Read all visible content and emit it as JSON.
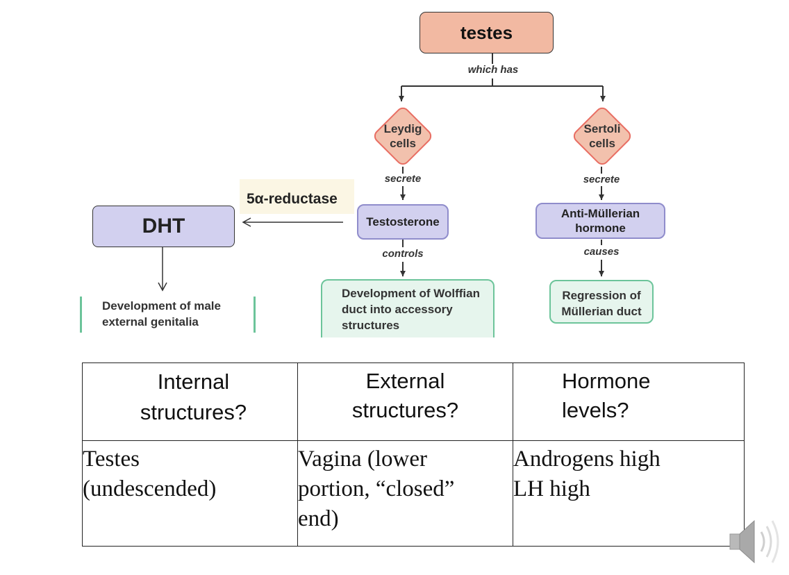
{
  "diagram": {
    "top_node": "testes",
    "top_edge_label": "which has",
    "left_cell": "Leydig cells",
    "right_cell": "Sertoli cells",
    "left_secrete_label": "secrete",
    "right_secrete_label": "secrete",
    "testosterone": "Testosterone",
    "amh": "Anti-Müllerian hormone",
    "controls_label": "controls",
    "causes_label": "causes",
    "wolffian": "Development of Wolffian duct into accessory structures",
    "mullerian": "Regression of Müllerian duct",
    "enzyme": "5α-reductase",
    "dht": "DHT",
    "external_dev": "Development of male external genitalia"
  },
  "table": {
    "headers": [
      "Internal structures?",
      "External structures?",
      "Hormone levels?"
    ],
    "cells": [
      "Testes (undescended)",
      "Vagina (lower portion, “closed” end)",
      "Androgens high LH high"
    ]
  },
  "icons": [
    "speaker-icon"
  ]
}
